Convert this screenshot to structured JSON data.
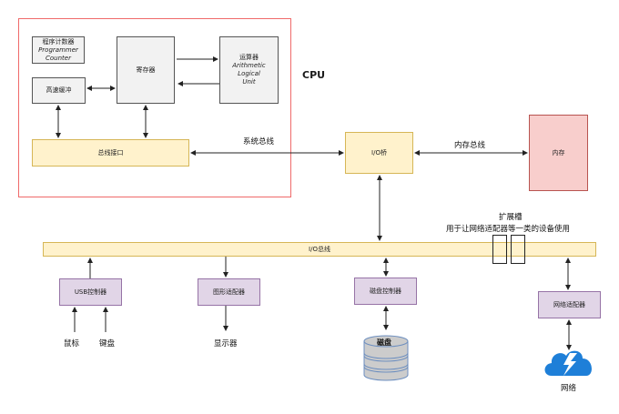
{
  "cpu": {
    "title": "CPU",
    "program_counter": {
      "line1": "程序计数器",
      "line2": "Programmer",
      "line3": "Counter"
    },
    "register": "寄存器",
    "alu": {
      "line1": "运算器",
      "line2": "Arithmetic",
      "line3": "Logical",
      "line4": "Unit"
    },
    "cache": "高速缓冲",
    "bus_interface": "总线接口"
  },
  "system_bus_label": "系统总线",
  "io_bridge": "I/O桥",
  "memory_bus_label": "内存总线",
  "memory": "内存",
  "io_bus": "I/O总线",
  "expansion_slot": {
    "title": "扩展槽",
    "desc": "用于让网络适配器等一类的设备使用"
  },
  "usb_controller": "USB控制器",
  "mouse": "鼠标",
  "keyboard": "键盘",
  "graphics_adapter": "图形适配器",
  "display": "显示器",
  "disk_controller": "磁盘控制器",
  "disk": "磁盘",
  "network_adapter": "网络适配器",
  "network": "网络",
  "colors": {
    "cpu_frame": "#f06a6a",
    "yellow_fill": "#fff2cc",
    "pink_fill": "#f8cecc",
    "purple_fill": "#e1d5e7",
    "grey_fill": "#f2f2f2",
    "cloud": "#1e7fd8",
    "disk_fill": "#cccccc",
    "disk_stroke": "#6c8ebf"
  }
}
